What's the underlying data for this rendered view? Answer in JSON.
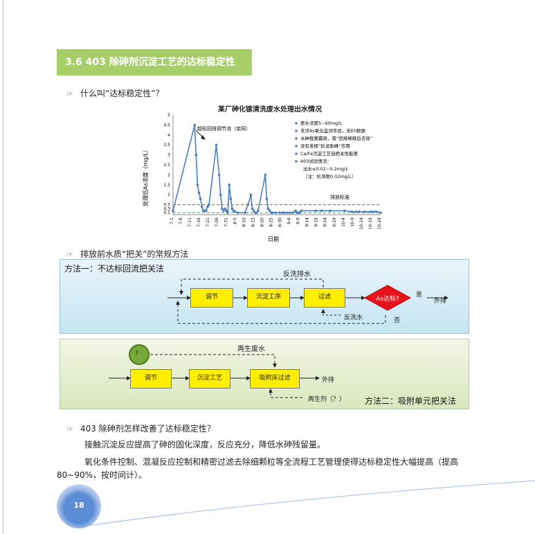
{
  "section_title": "3.6 403 除砷剂沉淀工艺的达标稳定性",
  "bullets": {
    "b1": "什么叫“达标稳定性”？",
    "b2": "排放前水质“把关”的常规方法",
    "b3": "403 除砷剂怎样改善了达标稳定性？"
  },
  "chart": {
    "title": "某厂砷化镓清洗废水处理出水情况",
    "annotation_arrow": "超标回排调节池（余同）",
    "notes": [
      "原水浓度5~60mg/L",
      "未涉As氧化监测手段，无Eh数据",
      "水砷我要赢商，需“回排稀释后去除”",
      "没有发挥“砂滤削峰”作用",
      "Ca/Fe沉淀工艺自把关性能差",
      "403试验情况：",
      "出水≤0.02~0.2mg/L",
      "（注：检测限0.02mg/L）"
    ],
    "standard_label": "排放标准"
  },
  "chart_data": {
    "type": "line",
    "title": "某厂砷化镓清洗废水处理出水情况",
    "xlabel": "日期",
    "ylabel": "处理后As浓度（mg/L）",
    "ylim": [
      0,
      5
    ],
    "yticks": [
      "5",
      "4.5",
      "4",
      "3.5",
      "3",
      "2.5",
      "2",
      "1.5",
      "1",
      "0.5",
      "0.3",
      "0.1"
    ],
    "categories": [
      "7-1",
      "7-6",
      "7-11",
      "7-16",
      "7-21",
      "7-26",
      "7-31",
      "8-5",
      "8-10",
      "8-15",
      "8-20",
      "8-25",
      "8-30",
      "9-4",
      "9-9",
      "9-14",
      "9-19",
      "9-24",
      "9-29",
      "10-4",
      "10-9",
      "10-14",
      "10-19",
      "10-24"
    ],
    "series": [
      {
        "x": [
          1,
          16,
          17,
          18,
          19,
          20,
          21,
          22,
          23,
          24,
          25,
          26,
          31,
          33,
          34,
          35,
          36,
          37,
          38,
          39,
          40,
          41,
          42,
          43,
          44,
          46,
          51,
          53,
          55,
          56,
          57,
          58,
          59,
          60,
          65,
          66,
          67,
          68,
          69,
          70,
          72,
          75,
          77,
          78,
          80,
          82,
          84,
          86,
          87,
          88,
          89,
          90,
          100,
          104,
          110,
          120,
          125,
          128,
          130,
          134,
          138,
          140,
          142,
          145
        ],
        "y": [
          0.2,
          4.5,
          3.0,
          1.5,
          1.1,
          0.8,
          0.4,
          0.2,
          0.2,
          0.2,
          0.4,
          0.5,
          3.5,
          2.0,
          1.0,
          0.3,
          0.2,
          0.3,
          0.2,
          0.1,
          1.5,
          0.8,
          0.3,
          0.2,
          0.15,
          0.1,
          0.1,
          0.5,
          1.0,
          0.3,
          0.2,
          0.1,
          0.1,
          0.2,
          2.0,
          0.8,
          0.3,
          0.2,
          0.1,
          0.1,
          0.1,
          0.1,
          0.1,
          0.1,
          0.1,
          0.1,
          0.1,
          0.2,
          0.1,
          0.1,
          0.1,
          0.2,
          0.2,
          0.2,
          0.2,
          0.2,
          0.15,
          0.15,
          0.15,
          0.15,
          0.15,
          0.15,
          0.15,
          0.1
        ]
      }
    ],
    "reference_lines": [
      {
        "name": "排放标准",
        "y": 0.5,
        "color": "#e03030",
        "style": "dashed"
      },
      {
        "y": 0.1,
        "color": "#20a090",
        "style": "dashed"
      }
    ]
  },
  "method1": {
    "title": "方法一：不达标回流把关法",
    "backwash_drain": "反洗排水",
    "backwash_water": "反洗水",
    "box1": "调节",
    "box2": "沉淀工序",
    "box3": "过滤",
    "decision": "As达标?",
    "yes": "是",
    "no": "否",
    "out": "外排"
  },
  "method2": {
    "title": "方法二：吸附单元把关法",
    "regen_waste": "再生废水",
    "circle": "?",
    "box1": "调节",
    "box2": "沉淀工艺",
    "box3": "吸附床过滤",
    "out": "外排",
    "regen_agent": "再生剂（？）"
  },
  "paragraphs": {
    "p1": "接触沉淀反应提高了砷的固化深度，反应充分，降低水砷残留量。",
    "p2a": "氧化条件控制、混凝反应控制和精密过滤去除细颗粒等全流程工艺管理使得达标稳定性大幅提高（提高",
    "p2b": "80~90%，按时间计）。"
  },
  "page_number": "18",
  "colors": {
    "accent": "#a6cf6a",
    "line": "#4a7ebb",
    "box": "#ffee00",
    "decision": "#e8141b"
  }
}
